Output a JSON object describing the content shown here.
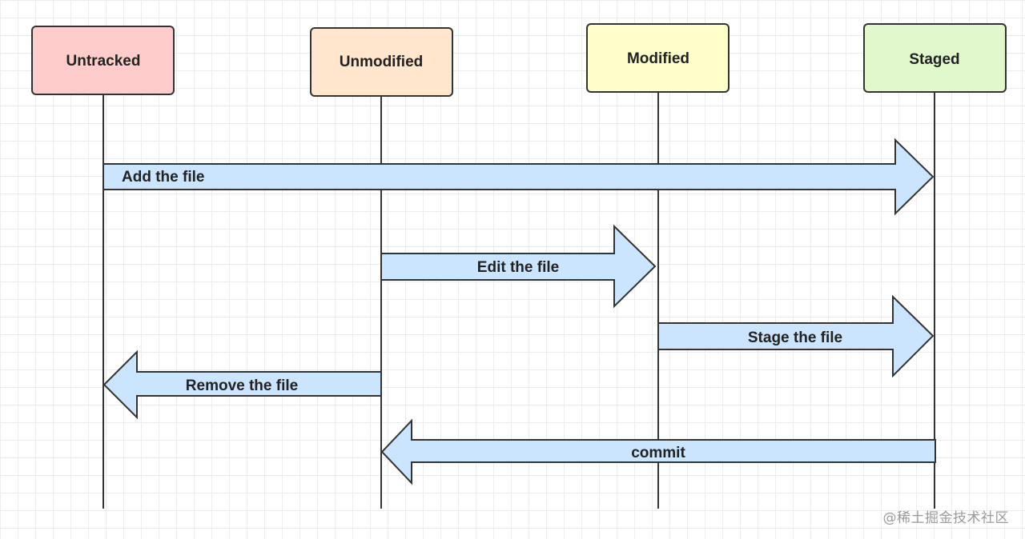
{
  "states": [
    {
      "label": "Untracked",
      "fill": "#ffcccc"
    },
    {
      "label": "Unmodified",
      "fill": "#ffe6cc"
    },
    {
      "label": "Modified",
      "fill": "#ffffcc"
    },
    {
      "label": "Staged",
      "fill": "#e0f8cc"
    }
  ],
  "transitions": [
    {
      "label": "Add the file",
      "from": "Untracked",
      "to": "Staged"
    },
    {
      "label": "Edit the file",
      "from": "Unmodified",
      "to": "Modified"
    },
    {
      "label": "Stage the file",
      "from": "Modified",
      "to": "Staged"
    },
    {
      "label": "Remove the file",
      "from": "Unmodified",
      "to": "Untracked"
    },
    {
      "label": "commit",
      "from": "Staged",
      "to": "Unmodified"
    }
  ],
  "colors": {
    "arrow_fill": "#cce5ff",
    "stroke": "#333333"
  },
  "watermark": "@稀土掘金技术社区"
}
